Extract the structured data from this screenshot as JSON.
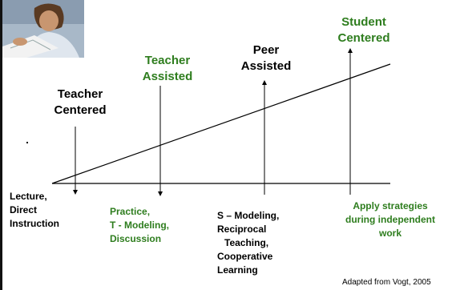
{
  "stages": [
    {
      "line1": "Teacher",
      "line2": "Centered",
      "color": "#000000"
    },
    {
      "line1": "Teacher",
      "line2": "Assisted",
      "color": "#2e7d1e"
    },
    {
      "line1": "Peer",
      "line2": "Assisted",
      "color": "#000000"
    },
    {
      "line1": "Student",
      "line2": "Centered",
      "color": "#2e7d1e"
    }
  ],
  "activities": [
    {
      "lines": [
        "Lecture,",
        "Direct",
        "Instruction"
      ],
      "color": "#000000"
    },
    {
      "lines": [
        "Practice,",
        "T - Modeling,",
        "Discussion"
      ],
      "color": "#2e7d1e"
    },
    {
      "lines": [
        "S – Modeling,",
        "Reciprocal",
        "Teaching,",
        "Cooperative",
        "Learning"
      ],
      "color": "#000000"
    },
    {
      "lines": [
        "Apply strategies",
        "during independent",
        "work"
      ],
      "color": "#2e7d1e"
    }
  ],
  "credit": "Adapted from Vogt, 2005"
}
